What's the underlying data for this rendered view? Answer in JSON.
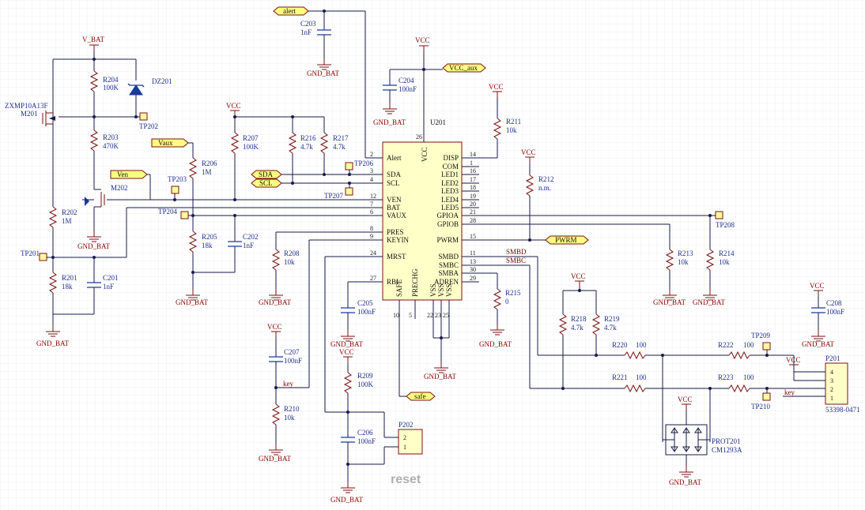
{
  "power": {
    "vbat": "V_BAT",
    "vcc": "VCC",
    "gnd": "GND_BAT"
  },
  "flags": {
    "alert": "alert",
    "vcc_aux": "VCC_aux",
    "vaux": "Vaux",
    "ven": "Ven",
    "sda": "SDA",
    "scl": "SCL",
    "pwrm": "PWRM",
    "safe": "safe"
  },
  "nets": {
    "smbd": "SMBD",
    "smbc": "SMBC",
    "key": "key",
    "reset": "reset"
  },
  "u201": {
    "ref": "U201",
    "left_pins": [
      {
        "num": "2",
        "name": "Alert"
      },
      {
        "num": "3",
        "name": "SDA"
      },
      {
        "num": "4",
        "name": "SCL"
      },
      {
        "num": "12",
        "name": "VEN"
      },
      {
        "num": "7",
        "name": "BAT"
      },
      {
        "num": "6",
        "name": "VAUX"
      },
      {
        "num": "8",
        "name": "PRES"
      },
      {
        "num": "9",
        "name": "KEYIN"
      },
      {
        "num": "24",
        "name": "MRST"
      },
      {
        "num": "27",
        "name": "RBI"
      }
    ],
    "right_pins": [
      {
        "num": "14",
        "name": "DISP"
      },
      {
        "num": "1",
        "name": "COM"
      },
      {
        "num": "16",
        "name": "LED1"
      },
      {
        "num": "17",
        "name": "LED2"
      },
      {
        "num": "18",
        "name": "LED3"
      },
      {
        "num": "19",
        "name": "LED4"
      },
      {
        "num": "20",
        "name": "LED5"
      },
      {
        "num": "21",
        "name": "GPIOA"
      },
      {
        "num": "28",
        "name": "GPIOB"
      },
      {
        "num": "15",
        "name": "PWRM"
      },
      {
        "num": "11",
        "name": "SMBD"
      },
      {
        "num": "13",
        "name": "SMBC"
      },
      {
        "num": "30",
        "name": "SMBA"
      },
      {
        "num": "29",
        "name": "ADREN"
      }
    ],
    "top_pin": {
      "num": "26",
      "name": "VCC"
    },
    "bottom_pins": [
      {
        "num": "10",
        "name": "SAFE"
      },
      {
        "num": "5",
        "name": "PRECHG"
      },
      {
        "num": "22",
        "name": "VSS"
      },
      {
        "num": "23",
        "name": "VSS"
      },
      {
        "num": "25",
        "name": "VSS"
      }
    ]
  },
  "components": {
    "r204": {
      "ref": "R204",
      "val": "100K"
    },
    "dz201": {
      "ref": "DZ201"
    },
    "m201": {
      "ref": "M201",
      "part": "ZXMP10A13F"
    },
    "r203": {
      "ref": "R203",
      "val": "470K"
    },
    "m202": {
      "ref": "M202"
    },
    "r202": {
      "ref": "R202",
      "val": "1M"
    },
    "r201": {
      "ref": "R201",
      "val": "18k"
    },
    "c201": {
      "ref": "C201",
      "val": "1nF"
    },
    "r206": {
      "ref": "R206",
      "val": "1M"
    },
    "r205": {
      "ref": "R205",
      "val": "18k"
    },
    "r207": {
      "ref": "R207",
      "val": "100K"
    },
    "c202": {
      "ref": "C202",
      "val": "1nF"
    },
    "r216": {
      "ref": "R216",
      "val": "4.7k"
    },
    "r217": {
      "ref": "R217",
      "val": "4.7k"
    },
    "c203": {
      "ref": "C203",
      "val": "1nF"
    },
    "c204": {
      "ref": "C204",
      "val": "100nF"
    },
    "r211": {
      "ref": "R211",
      "val": "10k"
    },
    "r212": {
      "ref": "R212",
      "val": "n.m."
    },
    "r208": {
      "ref": "R208",
      "val": "10k"
    },
    "c205": {
      "ref": "C205",
      "val": "100nF"
    },
    "c207": {
      "ref": "C207",
      "val": "100nF"
    },
    "r210": {
      "ref": "R210",
      "val": "10k"
    },
    "r209": {
      "ref": "R209",
      "val": "100K"
    },
    "c206": {
      "ref": "C206",
      "val": "100nF"
    },
    "p202": {
      "ref": "P202",
      "pins": [
        "2",
        "1"
      ]
    },
    "r213": {
      "ref": "R213",
      "val": "10k"
    },
    "r214": {
      "ref": "R214",
      "val": "10k"
    },
    "r215": {
      "ref": "R215",
      "val": "0"
    },
    "r218": {
      "ref": "R218",
      "val": "4.7k"
    },
    "r219": {
      "ref": "R219",
      "val": "4.7k"
    },
    "r220": {
      "ref": "R220",
      "val": "100"
    },
    "r221": {
      "ref": "R221",
      "val": "100"
    },
    "r222": {
      "ref": "R222",
      "val": "100"
    },
    "r223": {
      "ref": "R223",
      "val": "100"
    },
    "c208": {
      "ref": "C208",
      "val": "100nF"
    },
    "prot201": {
      "ref": "PROT201",
      "part": "CM1293A"
    },
    "p201": {
      "ref": "P201",
      "part": "53398-0471",
      "pins": [
        "4",
        "3",
        "2",
        "1"
      ]
    }
  },
  "testpoints": {
    "tp201": "TP201",
    "tp202": "TP202",
    "tp203": "TP203",
    "tp204": "TP204",
    "tp206": "TP206",
    "tp207": "TP207",
    "tp208": "TP208",
    "tp209": "TP209",
    "tp210": "TP210"
  }
}
